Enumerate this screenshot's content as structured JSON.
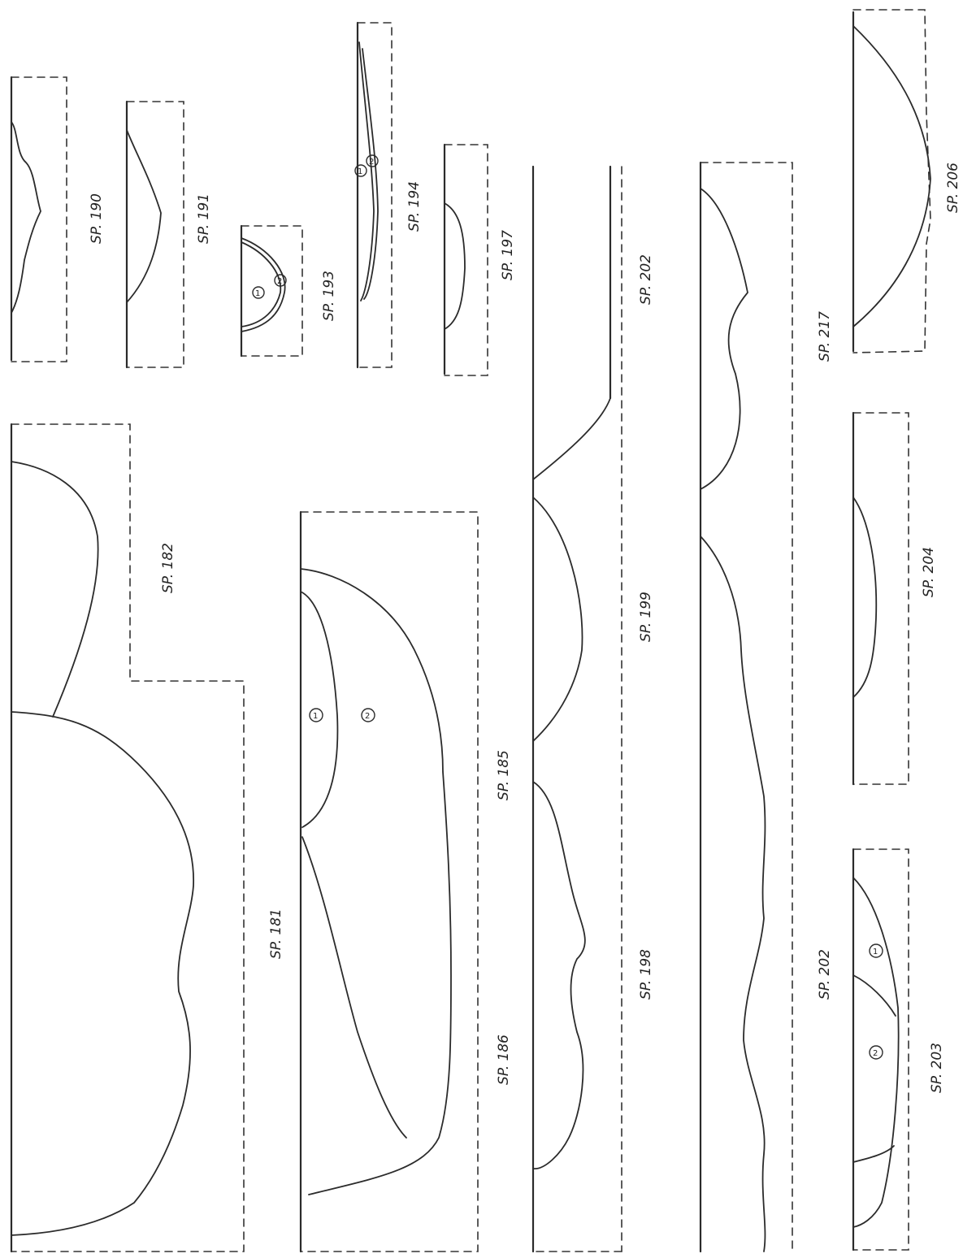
{
  "sections": [
    {
      "id": "sp190",
      "label": "SP. 190"
    },
    {
      "id": "sp191",
      "label": "SP. 191"
    },
    {
      "id": "sp193",
      "label": "SP. 193",
      "layers": [
        "1",
        "2"
      ]
    },
    {
      "id": "sp194",
      "label": "SP. 194",
      "layers": [
        "1",
        "2"
      ]
    },
    {
      "id": "sp197",
      "label": "SP. 197"
    },
    {
      "id": "sp202a",
      "label": "SP. 202"
    },
    {
      "id": "sp217",
      "label": "SP. 217"
    },
    {
      "id": "sp206",
      "label": "SP. 206"
    },
    {
      "id": "sp182",
      "label": "SP. 182"
    },
    {
      "id": "sp181",
      "label": "SP. 181"
    },
    {
      "id": "sp185",
      "label": "SP. 185",
      "layers": [
        "1",
        "2"
      ]
    },
    {
      "id": "sp186",
      "label": "SP. 186"
    },
    {
      "id": "sp199",
      "label": "SP. 199"
    },
    {
      "id": "sp198",
      "label": "SP. 198"
    },
    {
      "id": "sp202b",
      "label": "SP. 202"
    },
    {
      "id": "sp204",
      "label": "SP. 204"
    },
    {
      "id": "sp203",
      "label": "SP. 203",
      "layers": [
        "1",
        "2"
      ]
    }
  ]
}
